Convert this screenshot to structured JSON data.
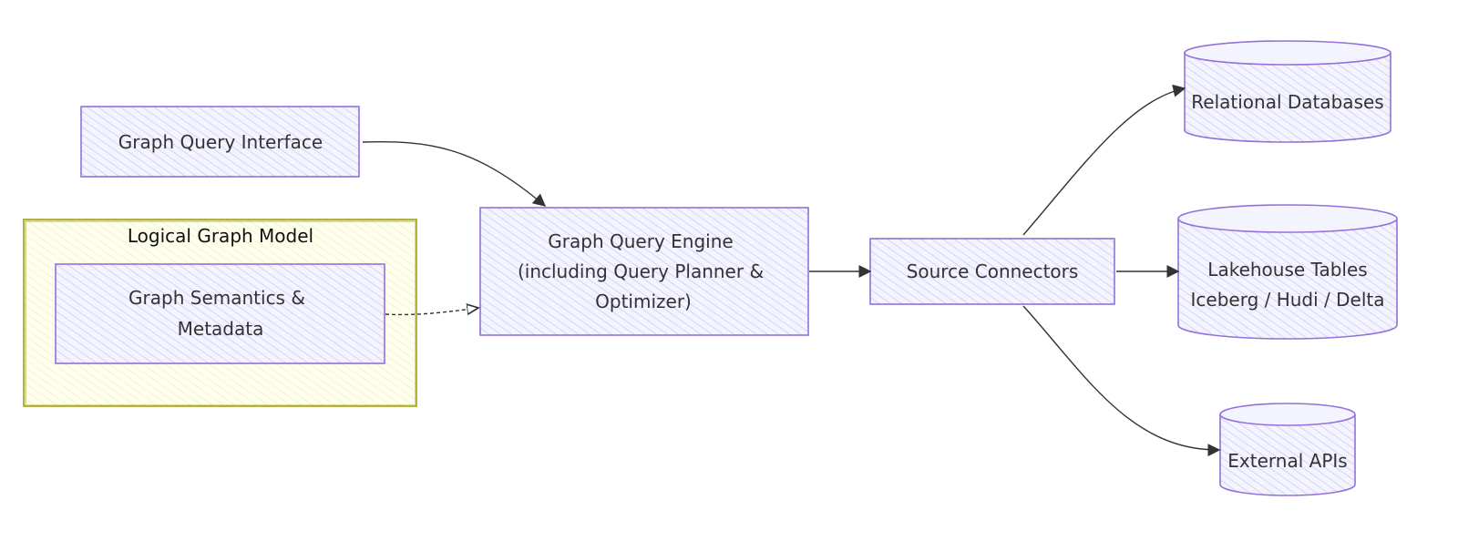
{
  "diagram": {
    "group": {
      "title": "Logical Graph Model"
    },
    "nodes": {
      "interface": {
        "label": "Graph Query Interface"
      },
      "semantics": {
        "line1": "Graph Semantics &",
        "line2": "Metadata"
      },
      "engine": {
        "line1": "Graph Query Engine",
        "line2": "(including Query Planner &",
        "line3": "Optimizer)"
      },
      "connectors": {
        "label": "Source Connectors"
      },
      "relational": {
        "label": "Relational Databases"
      },
      "lakehouse": {
        "line1": "Lakehouse Tables",
        "line2": "Iceberg / Hudi / Delta"
      },
      "external": {
        "label": "External APIs"
      }
    }
  },
  "colors": {
    "node_fill": "#ececff",
    "node_stroke": "#9370db",
    "group_fill": "#ffffde",
    "group_stroke": "#aaaa33",
    "edge": "#333333"
  }
}
